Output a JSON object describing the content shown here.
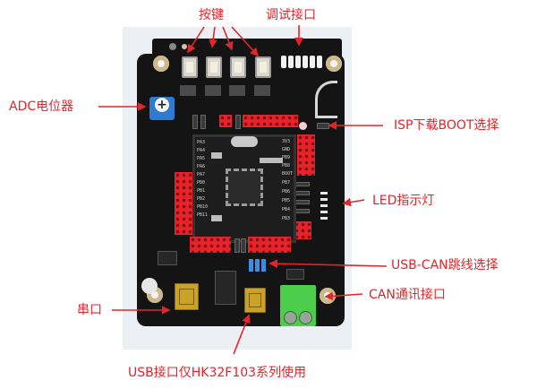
{
  "annotations": {
    "buttons": "按键",
    "debug_port": "调试接口",
    "adc_pot": "ADC电位器",
    "isp_boot": "ISP下载BOOT选择",
    "led": "LED指示灯",
    "usb_can": "USB-CAN跳线选择",
    "can_port": "CAN通讯接口",
    "serial": "串口",
    "usb_note": "USB接口仅HK32F103系列使用"
  },
  "board": {
    "color": "#141414",
    "header_color": "#e8222a",
    "pot_color": "#2c7ad1",
    "terminal_color": "#4ccd4c",
    "usb_color": "#c9a227",
    "silk_left": [
      "PA3",
      "PA4",
      "PA5",
      "PA6",
      "PA7",
      "PB0",
      "PB1",
      "PB2",
      "PB10",
      "PB11"
    ],
    "silk_right": [
      "3V3",
      "GND",
      "PB9",
      "PB8",
      "BOOT",
      "PB7",
      "PB6",
      "PB5",
      "PB4",
      "PB3"
    ]
  },
  "colors": {
    "label": "#e0262b",
    "arrow": "#e0262b",
    "photo_bg": "#eceff3"
  }
}
